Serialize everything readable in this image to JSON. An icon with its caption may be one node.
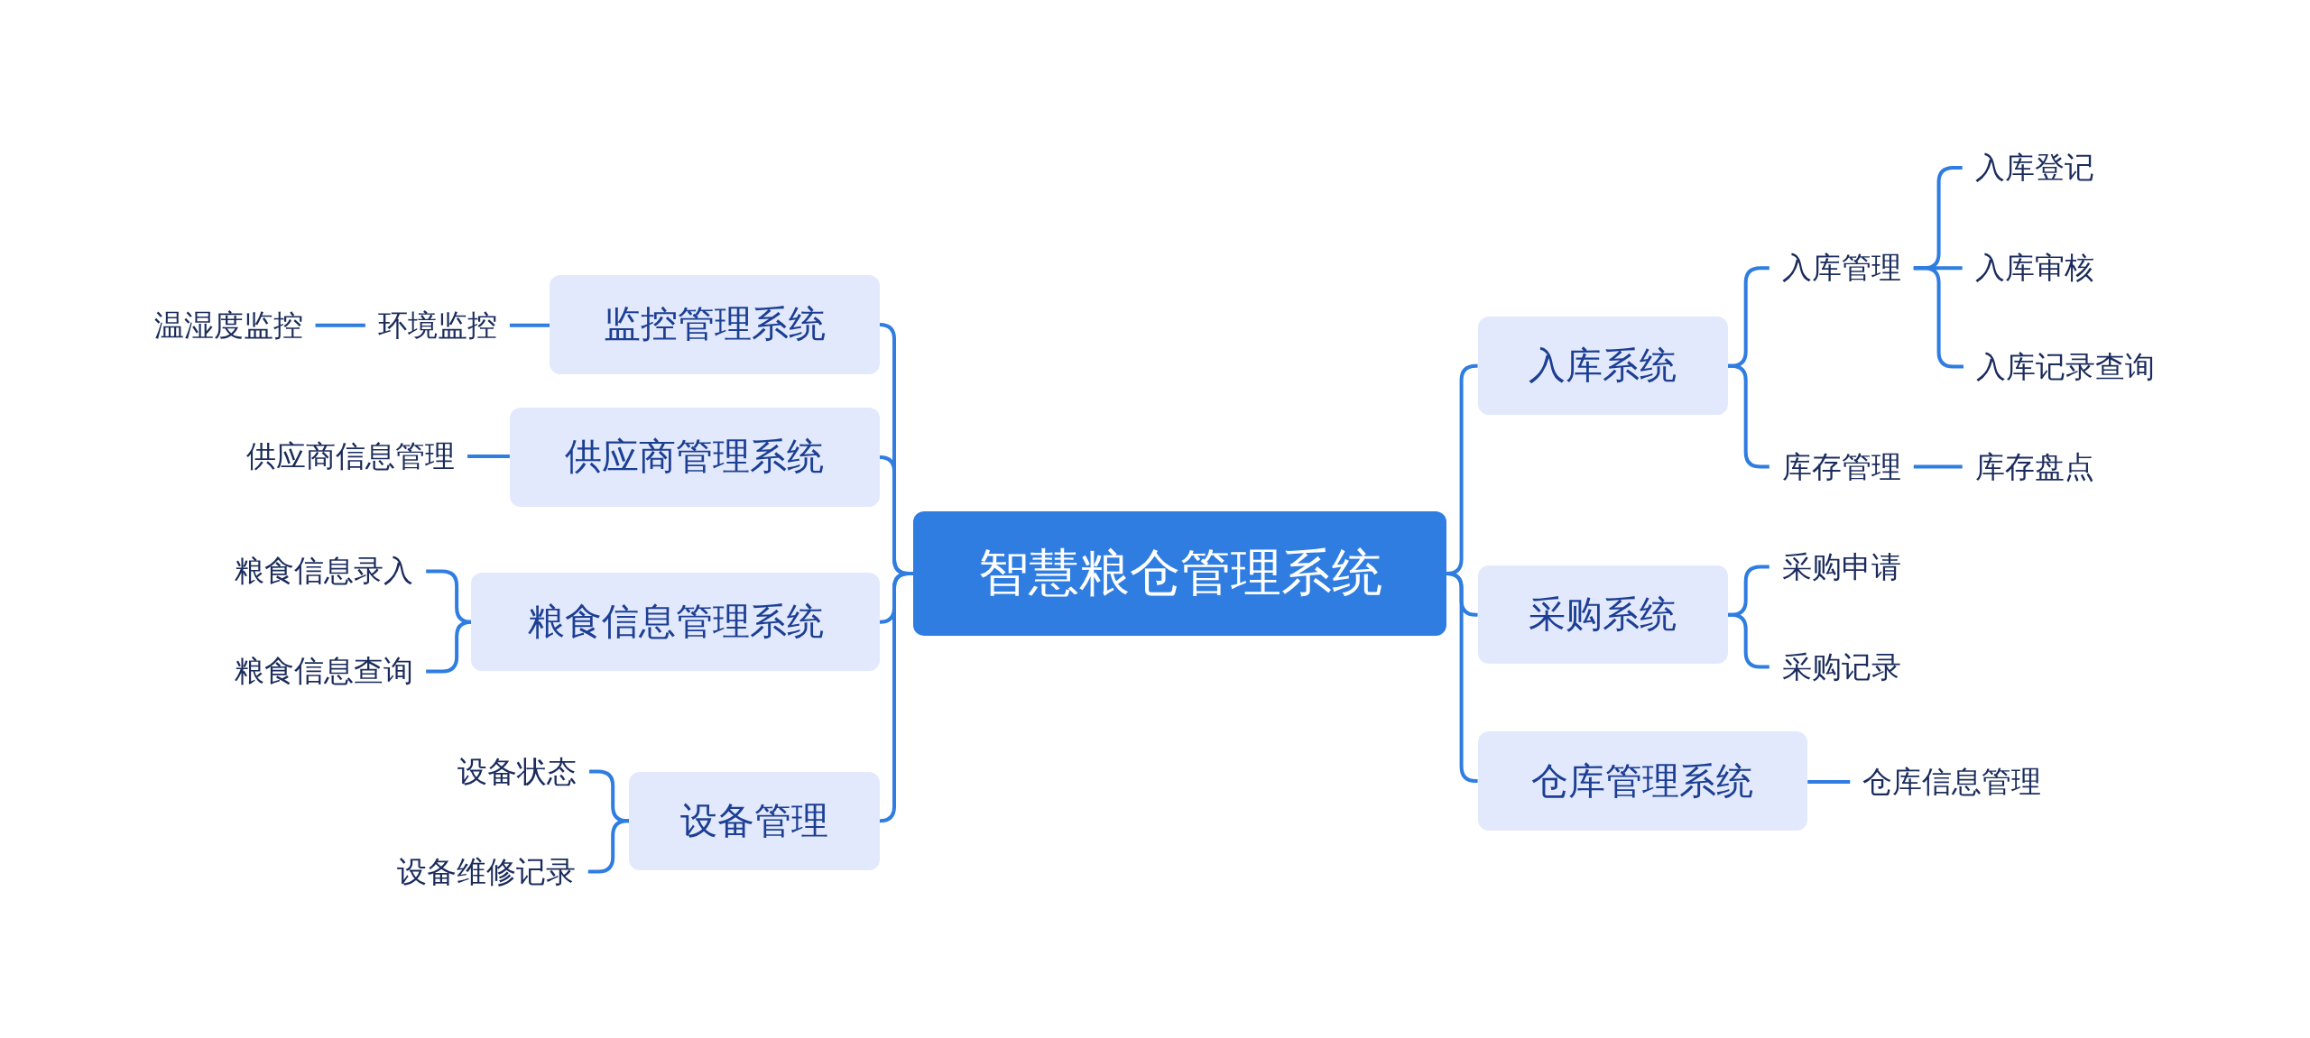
{
  "diagram": {
    "nodes": [
      {
        "text": [
          "智慧粮仓管理系统"
        ]
      },
      {
        "text": [
          "监控管理系统"
        ]
      },
      {
        "text": [
          "环境监控"
        ]
      },
      {
        "text": [
          "温湿度监控"
        ]
      },
      {
        "text": [
          "供应商管理系统"
        ]
      },
      {
        "text": [
          "供应商信息管理"
        ]
      },
      {
        "text": [
          "粮食信息管理系统"
        ]
      },
      {
        "text": [
          "粮食信息录入"
        ]
      },
      {
        "text": [
          "粮食信息查询"
        ]
      },
      {
        "text": [
          "设备管理"
        ]
      },
      {
        "text": [
          "设备状态"
        ]
      },
      {
        "text": [
          "设备维修记录"
        ]
      },
      {
        "text": [
          "入库系统"
        ]
      },
      {
        "text": [
          "入库管理"
        ]
      },
      {
        "text": [
          "入库登记"
        ]
      },
      {
        "text": [
          "入库审核"
        ]
      },
      {
        "text": [
          "入库记录查询"
        ]
      },
      {
        "text": [
          "库存管理"
        ]
      },
      {
        "text": [
          "库存盘点"
        ]
      },
      {
        "text": [
          "采购系统"
        ]
      },
      {
        "text": [
          "采购申请"
        ]
      },
      {
        "text": [
          "采购记录"
        ]
      },
      {
        "text": [
          "仓库管理系统"
        ]
      },
      {
        "text": [
          "仓库信息管理"
        ]
      }
    ],
    "edges": [
      {
        "from": 0,
        "to": 1,
        "arrow": "none"
      },
      {
        "from": 1,
        "to": 2,
        "arrow": "none"
      },
      {
        "from": 2,
        "to": 3,
        "arrow": "none"
      },
      {
        "from": 0,
        "to": 4,
        "arrow": "none"
      },
      {
        "from": 4,
        "to": 5,
        "arrow": "none"
      },
      {
        "from": 0,
        "to": 6,
        "arrow": "none"
      },
      {
        "from": 6,
        "to": 7,
        "arrow": "none"
      },
      {
        "from": 6,
        "to": 8,
        "arrow": "none"
      },
      {
        "from": 0,
        "to": 9,
        "arrow": "none"
      },
      {
        "from": 9,
        "to": 10,
        "arrow": "none"
      },
      {
        "from": 9,
        "to": 11,
        "arrow": "none"
      },
      {
        "from": 0,
        "to": 12,
        "arrow": "none"
      },
      {
        "from": 12,
        "to": 13,
        "arrow": "none"
      },
      {
        "from": 13,
        "to": 14,
        "arrow": "none"
      },
      {
        "from": 13,
        "to": 15,
        "arrow": "none"
      },
      {
        "from": 13,
        "to": 16,
        "arrow": "none"
      },
      {
        "from": 12,
        "to": 17,
        "arrow": "none"
      },
      {
        "from": 17,
        "to": 18,
        "arrow": "none"
      },
      {
        "from": 0,
        "to": 19,
        "arrow": "none"
      },
      {
        "from": 19,
        "to": 20,
        "arrow": "none"
      },
      {
        "from": 19,
        "to": 21,
        "arrow": "none"
      },
      {
        "from": 0,
        "to": 22,
        "arrow": "none"
      },
      {
        "from": 22,
        "to": 23,
        "arrow": "none"
      }
    ]
  }
}
